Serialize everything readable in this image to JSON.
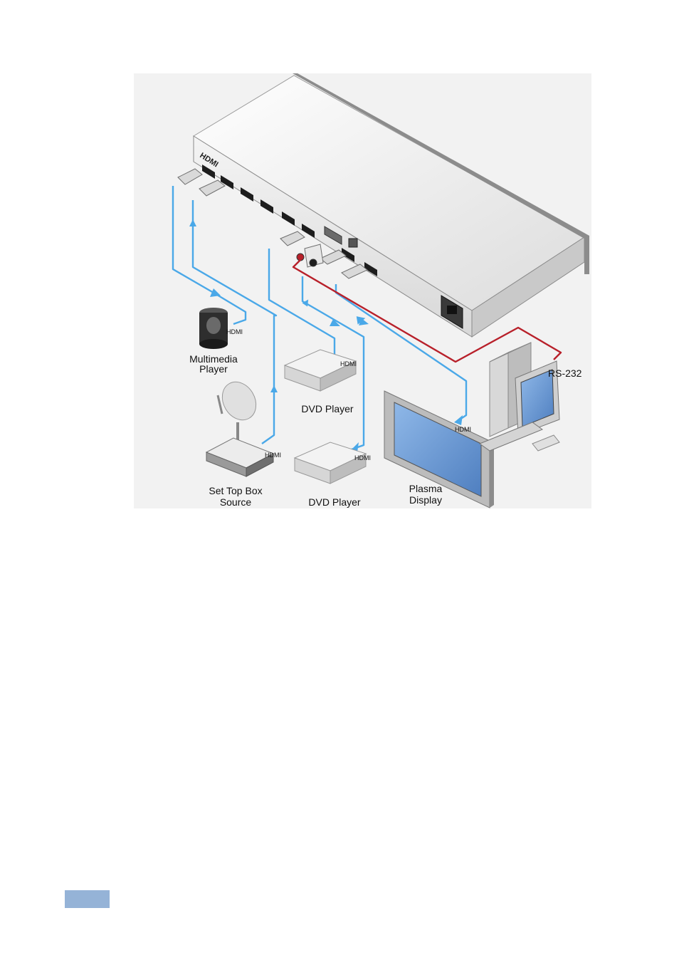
{
  "diagram": {
    "device_logo": "HDMI",
    "labels": {
      "multimedia_player": [
        "Multimedia",
        "Player"
      ],
      "set_top_box": [
        "Set Top Box",
        "Source"
      ],
      "dvd_player_1": "DVD Player",
      "dvd_player_2": "DVD Player",
      "plasma_display": [
        "Plasma",
        "Display"
      ],
      "rs232": "RS-232",
      "hdmi_multimedia": "HDMI",
      "hdmi_dvd1": "HDMI",
      "hdmi_settop": "HDMI",
      "hdmi_dvd2": "HDMI",
      "hdmi_plasma": "HDMI"
    },
    "colors": {
      "hdmi_cable": "#4aa8e8",
      "rs232_cable": "#b8202a",
      "background": "#f2f2f2",
      "page_tab": "#95b3d7"
    }
  }
}
